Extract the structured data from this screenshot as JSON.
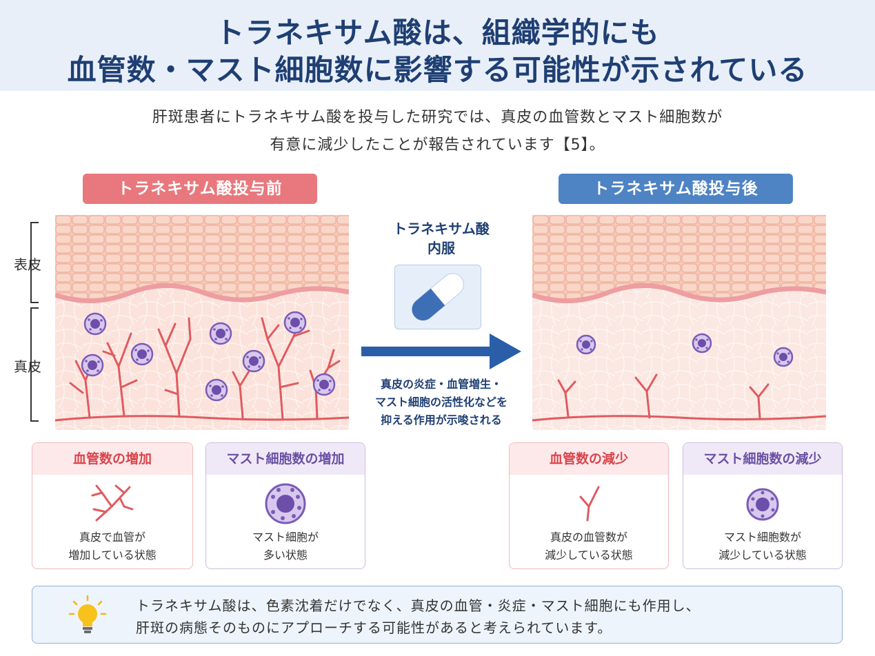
{
  "title": {
    "line1": "トラネキサム酸は、組織学的にも",
    "line2": "血管数・マスト細胞数に影響する可能性が示されている"
  },
  "intro": {
    "line1": "肝斑患者にトラネキサム酸を投与した研究では、真皮の血管数とマスト細胞数が",
    "line2": "有意に減少したことが報告されています【5】。"
  },
  "before_label": "トラネキサム酸投与前",
  "after_label": "トラネキサム酸投与後",
  "layers": {
    "epidermis": "表皮",
    "dermis": "真皮"
  },
  "middle": {
    "title_line1": "トラネキサム酸",
    "title_line2": "内服",
    "desc_line1": "真皮の炎症・血管増生・",
    "desc_line2": "マスト細胞の活性化などを",
    "desc_line3": "抑える作用が示唆される"
  },
  "cards": {
    "vessel_increase": {
      "title": "血管数の増加",
      "line1": "真皮で血管が",
      "line2": "増加している状態"
    },
    "mast_increase": {
      "title": "マスト細胞数の増加",
      "line1": "マスト細胞が",
      "line2": "多い状態"
    },
    "vessel_decrease": {
      "title": "血管数の減少",
      "line1": "真皮の血管数が",
      "line2": "減少している状態"
    },
    "mast_decrease": {
      "title": "マスト細胞数の減少",
      "line1": "マスト細胞数が",
      "line2": "減少している状態"
    }
  },
  "note": {
    "line1": "トラネキサム酸は、色素沈着だけでなく、真皮の血管・炎症・マスト細胞にも作用し、",
    "line2": "肝斑の病態そのものにアプローチする可能性があると考えられています。"
  },
  "colors": {
    "header_bg": "#e8eff8",
    "title": "#1f3f73",
    "before_pill": "#e8787d",
    "after_pill": "#4e83c4",
    "vessel": "#e05a5f",
    "mast_cell": "#7a5bb5",
    "arrow": "#2a5ea8"
  },
  "icons": {
    "capsule": "capsule-icon",
    "arrow": "right-arrow-icon",
    "bulb": "lightbulb-icon"
  }
}
